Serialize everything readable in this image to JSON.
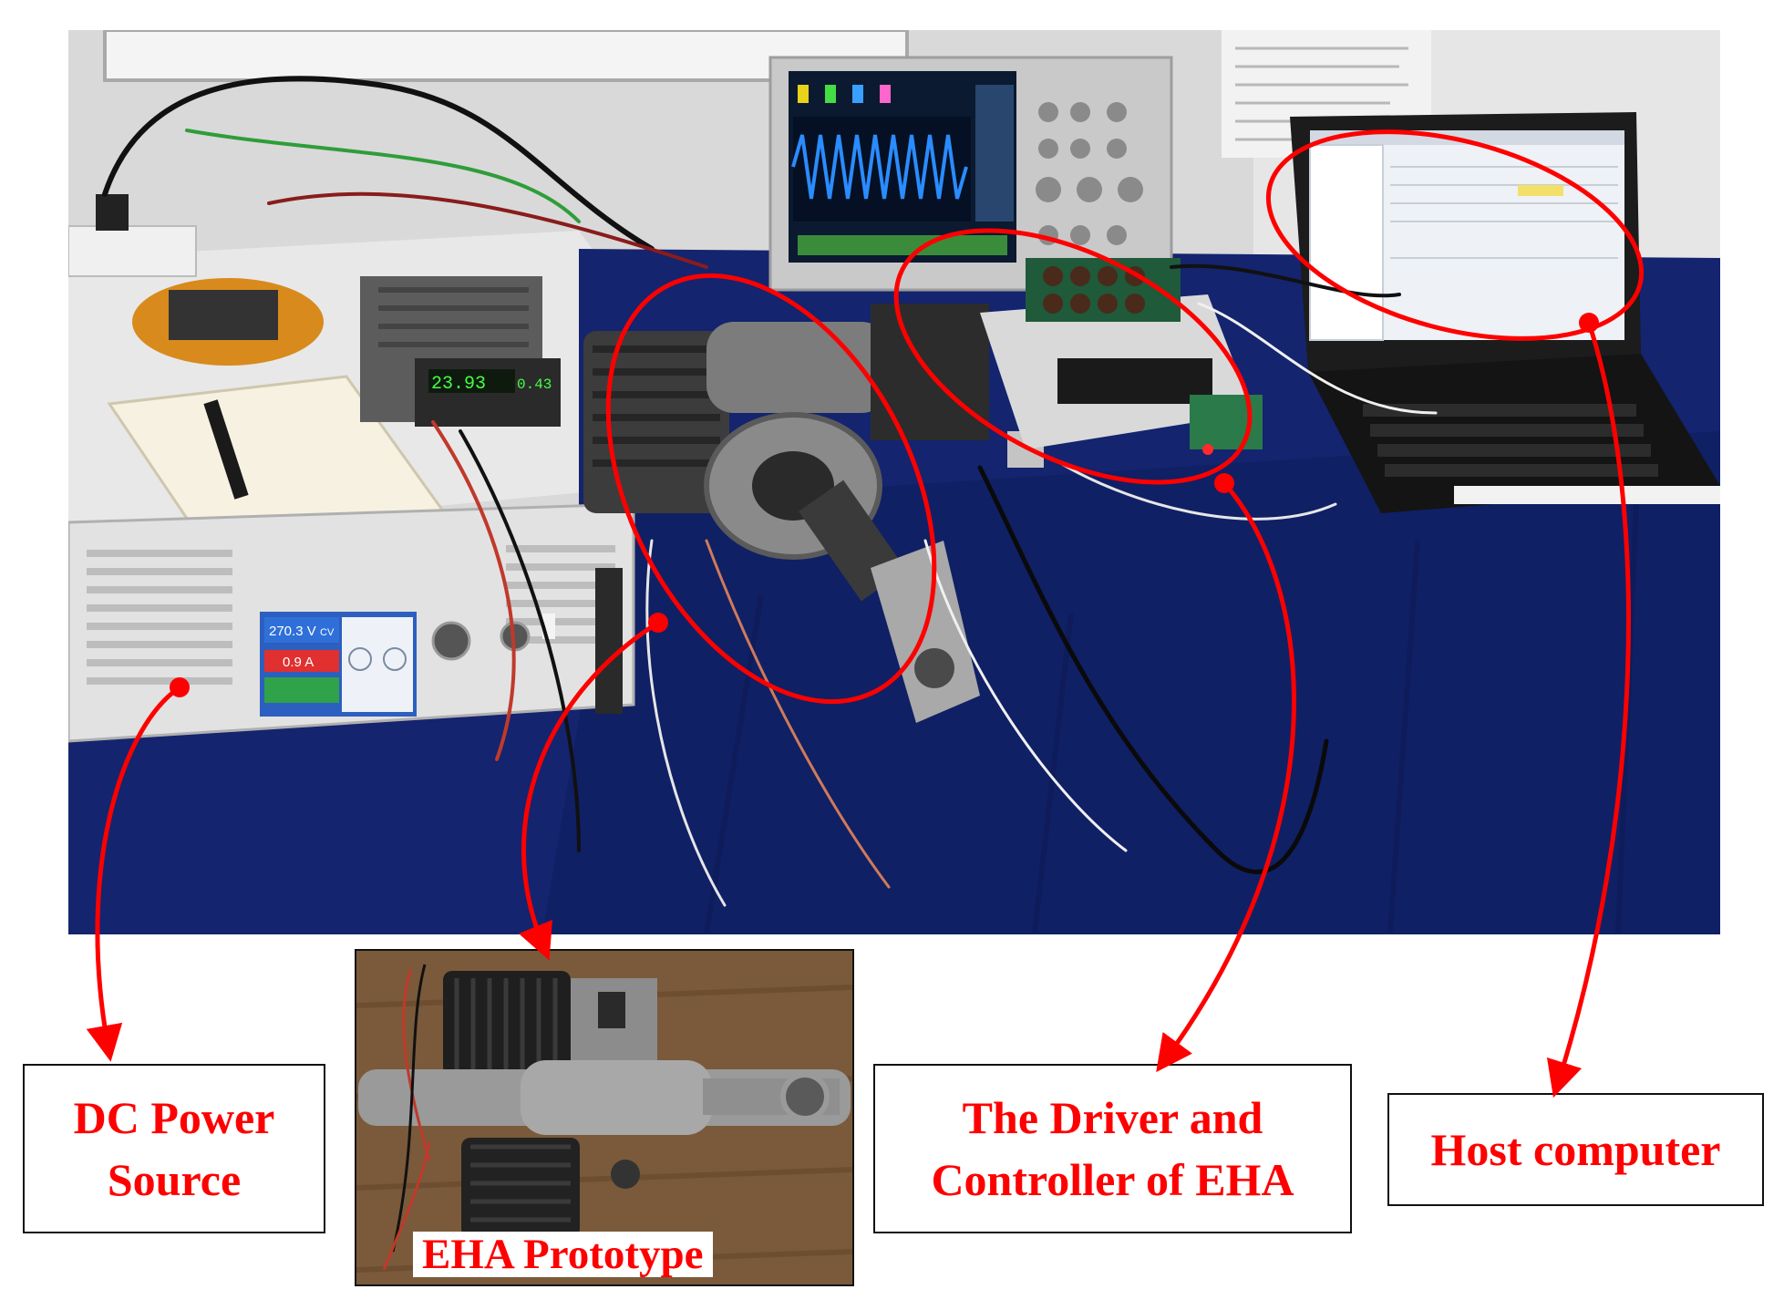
{
  "labels": {
    "dc_power_source": [
      "DC Power",
      "Source"
    ],
    "driver_controller": [
      "The Driver and",
      "Controller of EHA"
    ],
    "host_computer": "Host computer",
    "eha_prototype": "EHA Prototype"
  },
  "psu_display": {
    "voltage": "270.3 V",
    "mode": "CV",
    "current": "0.9 A"
  },
  "bench_supply_display": {
    "voltage": "23.93",
    "current": "0.43"
  },
  "colors": {
    "annotation": "#ff0000",
    "tablecloth": "#14246e",
    "wall": "#dcdcdc"
  }
}
